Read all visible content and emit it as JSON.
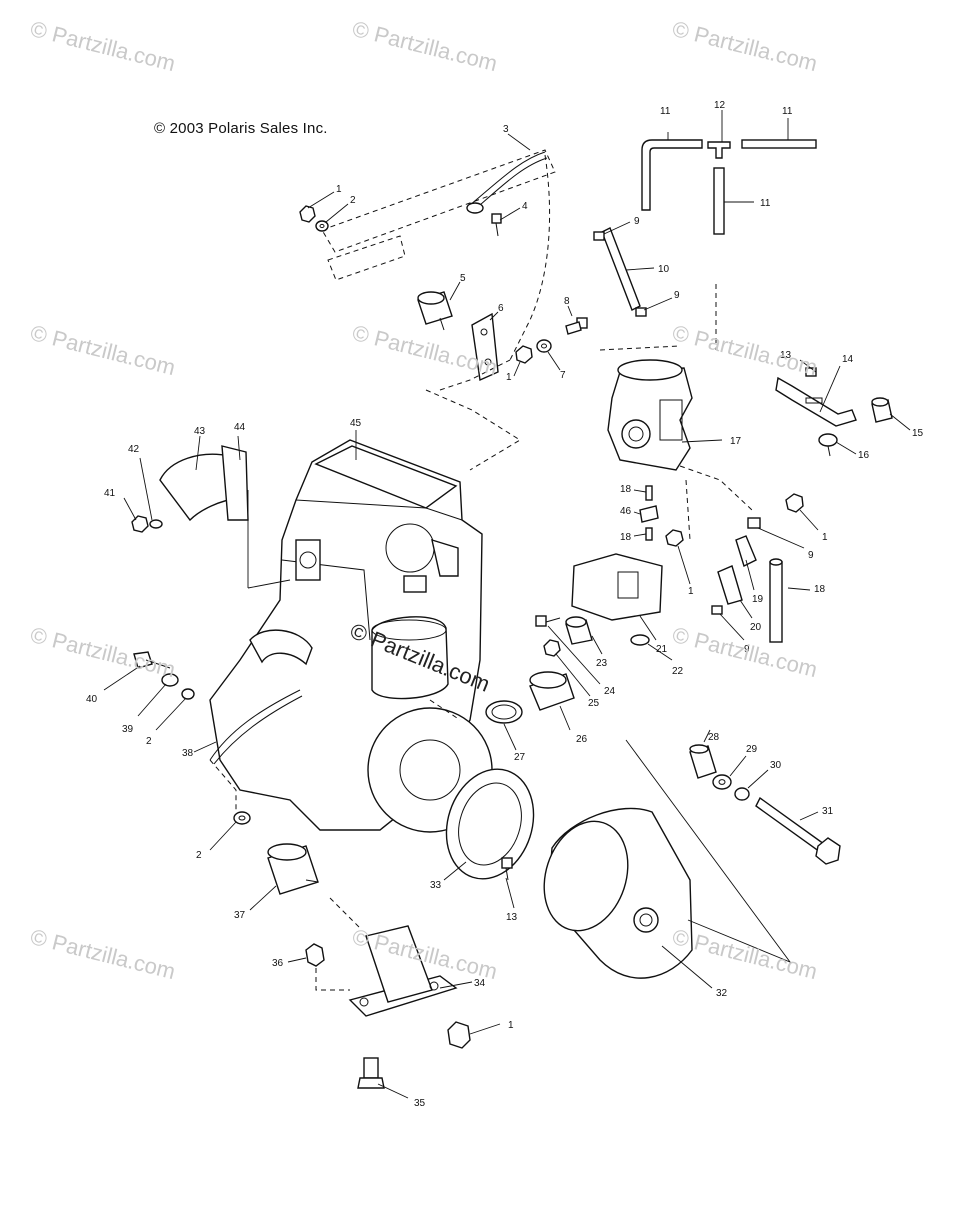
{
  "copyright": "© 2003 Polaris Sales Inc.",
  "watermark": "© Partzilla.com",
  "callouts": [
    {
      "id": "c1a",
      "text": "1"
    },
    {
      "id": "c2a",
      "text": "2"
    },
    {
      "id": "c3",
      "text": "3"
    },
    {
      "id": "c4",
      "text": "4"
    },
    {
      "id": "c5",
      "text": "5"
    },
    {
      "id": "c6",
      "text": "6"
    },
    {
      "id": "c8",
      "text": "8"
    },
    {
      "id": "c7",
      "text": "7"
    },
    {
      "id": "c1b",
      "text": "1"
    },
    {
      "id": "c11a",
      "text": "11"
    },
    {
      "id": "c12",
      "text": "12"
    },
    {
      "id": "c11b",
      "text": "11"
    },
    {
      "id": "c11c",
      "text": "11"
    },
    {
      "id": "c9a",
      "text": "9"
    },
    {
      "id": "c10",
      "text": "10"
    },
    {
      "id": "c9b",
      "text": "9"
    },
    {
      "id": "c13a",
      "text": "13"
    },
    {
      "id": "c14",
      "text": "14"
    },
    {
      "id": "c15",
      "text": "15"
    },
    {
      "id": "c16",
      "text": "16"
    },
    {
      "id": "c17",
      "text": "17"
    },
    {
      "id": "c43",
      "text": "43"
    },
    {
      "id": "c44",
      "text": "44"
    },
    {
      "id": "c45",
      "text": "45"
    },
    {
      "id": "c42",
      "text": "42"
    },
    {
      "id": "c41",
      "text": "41"
    },
    {
      "id": "c18a",
      "text": "18"
    },
    {
      "id": "c46",
      "text": "46"
    },
    {
      "id": "c18b",
      "text": "18"
    },
    {
      "id": "c1c",
      "text": "1"
    },
    {
      "id": "c9c",
      "text": "9"
    },
    {
      "id": "c1d",
      "text": "1"
    },
    {
      "id": "c19",
      "text": "19"
    },
    {
      "id": "c18c",
      "text": "18"
    },
    {
      "id": "c20",
      "text": "20"
    },
    {
      "id": "c21",
      "text": "21"
    },
    {
      "id": "c9d",
      "text": "9"
    },
    {
      "id": "c23",
      "text": "23"
    },
    {
      "id": "c22",
      "text": "22"
    },
    {
      "id": "c24",
      "text": "24"
    },
    {
      "id": "c25",
      "text": "25"
    },
    {
      "id": "c26",
      "text": "26"
    },
    {
      "id": "c27",
      "text": "27"
    },
    {
      "id": "c40",
      "text": "40"
    },
    {
      "id": "c39",
      "text": "39"
    },
    {
      "id": "c2b",
      "text": "2"
    },
    {
      "id": "c38",
      "text": "38"
    },
    {
      "id": "c28",
      "text": "28"
    },
    {
      "id": "c29",
      "text": "29"
    },
    {
      "id": "c30",
      "text": "30"
    },
    {
      "id": "c31",
      "text": "31"
    },
    {
      "id": "c2c",
      "text": "2"
    },
    {
      "id": "c33",
      "text": "33"
    },
    {
      "id": "c13b",
      "text": "13"
    },
    {
      "id": "c37",
      "text": "37"
    },
    {
      "id": "c36",
      "text": "36"
    },
    {
      "id": "c34",
      "text": "34"
    },
    {
      "id": "c32",
      "text": "32"
    },
    {
      "id": "c1e",
      "text": "1"
    },
    {
      "id": "c35",
      "text": "35"
    }
  ]
}
